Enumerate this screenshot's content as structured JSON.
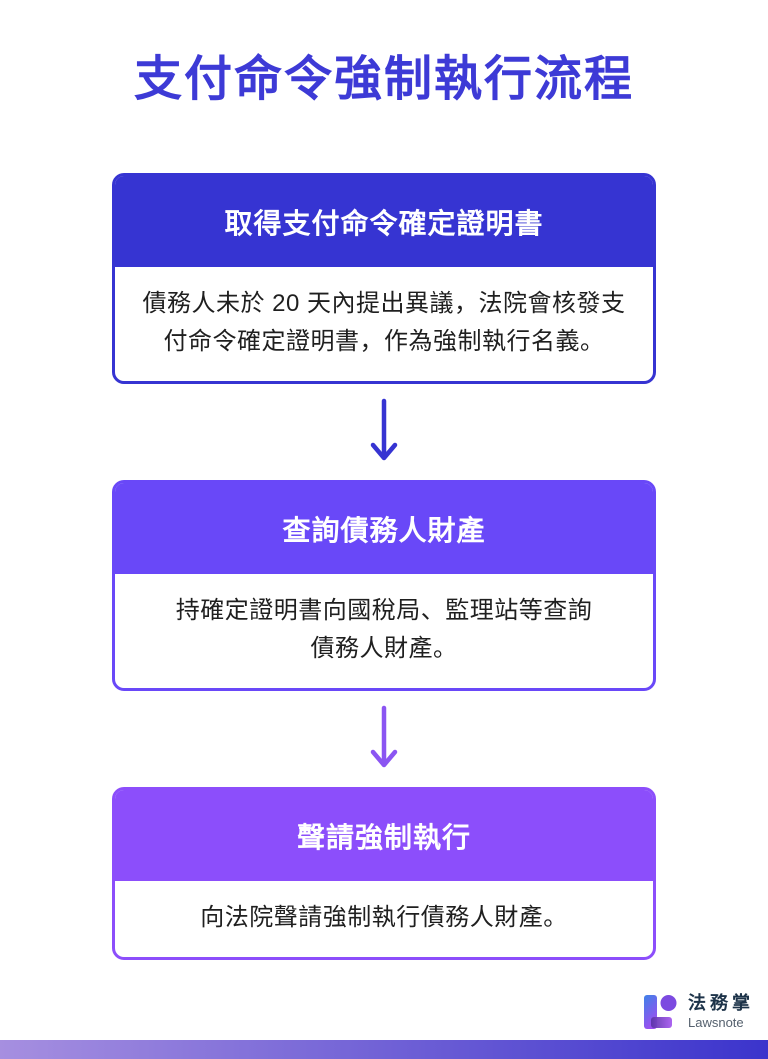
{
  "title": "支付命令強制執行流程",
  "flow": {
    "steps": [
      {
        "header": "取得支付命令確定證明書",
        "body": "債務人未於 20 天內提出異議，法院會核發支\n付命令確定證明書，作為強制執行名義。",
        "accent_color": "#3634d2"
      },
      {
        "header": "查詢債務人財產",
        "body": "持確定證明書向國稅局、監理站等查詢\n債務人財產。",
        "accent_color": "#6948f8"
      },
      {
        "header": "聲請強制執行",
        "body": "向法院聲請強制執行債務人財產。",
        "accent_color": "#8c4efb"
      }
    ],
    "arrows": [
      {
        "color": "#3634d2"
      },
      {
        "color": "#8b55f2"
      }
    ]
  },
  "footer": {
    "brand_name_zh": "法務掌",
    "brand_name_en": "Lawsnote",
    "bar_gradient_start": "#a68fe0",
    "bar_gradient_end": "#3b34cc"
  },
  "colors": {
    "title": "#3d3ad6",
    "body_text": "#1f1f1f",
    "background": "#ffffff"
  }
}
